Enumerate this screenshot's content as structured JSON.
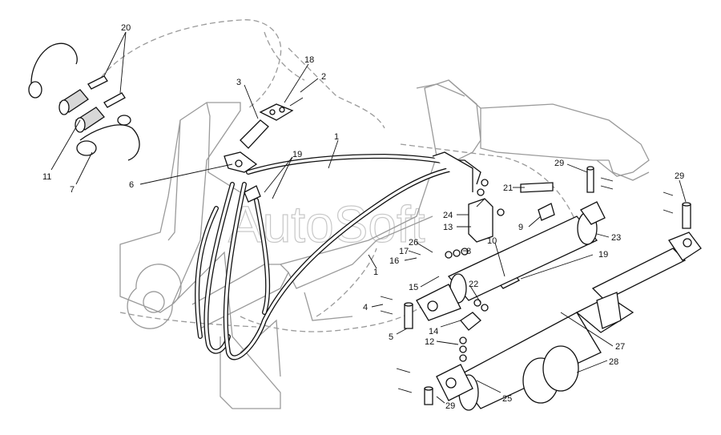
{
  "watermark": "AutoSoft",
  "callouts": [
    {
      "id": "c20",
      "text": "20"
    },
    {
      "id": "c18",
      "text": "18"
    },
    {
      "id": "c3",
      "text": "3"
    },
    {
      "id": "c2",
      "text": "2"
    },
    {
      "id": "c1a",
      "text": "1"
    },
    {
      "id": "c19a",
      "text": "19"
    },
    {
      "id": "c6",
      "text": "6"
    },
    {
      "id": "c11",
      "text": "11"
    },
    {
      "id": "c7",
      "text": "7"
    },
    {
      "id": "c29a",
      "text": "29"
    },
    {
      "id": "c29b",
      "text": "29"
    },
    {
      "id": "c21",
      "text": "21"
    },
    {
      "id": "c24",
      "text": "24"
    },
    {
      "id": "c13",
      "text": "13"
    },
    {
      "id": "c9",
      "text": "9"
    },
    {
      "id": "c23",
      "text": "23"
    },
    {
      "id": "c26",
      "text": "26"
    },
    {
      "id": "c17",
      "text": "17"
    },
    {
      "id": "c8",
      "text": "8"
    },
    {
      "id": "c10",
      "text": "10"
    },
    {
      "id": "c16",
      "text": "16"
    },
    {
      "id": "c1b",
      "text": "1"
    },
    {
      "id": "c19b",
      "text": "19"
    },
    {
      "id": "c15",
      "text": "15"
    },
    {
      "id": "c22",
      "text": "22"
    },
    {
      "id": "c4",
      "text": "4"
    },
    {
      "id": "c5",
      "text": "5"
    },
    {
      "id": "c14",
      "text": "14"
    },
    {
      "id": "c12",
      "text": "12"
    },
    {
      "id": "c27",
      "text": "27"
    },
    {
      "id": "c28",
      "text": "28"
    },
    {
      "id": "c25",
      "text": "25"
    },
    {
      "id": "c29c",
      "text": "29"
    }
  ]
}
